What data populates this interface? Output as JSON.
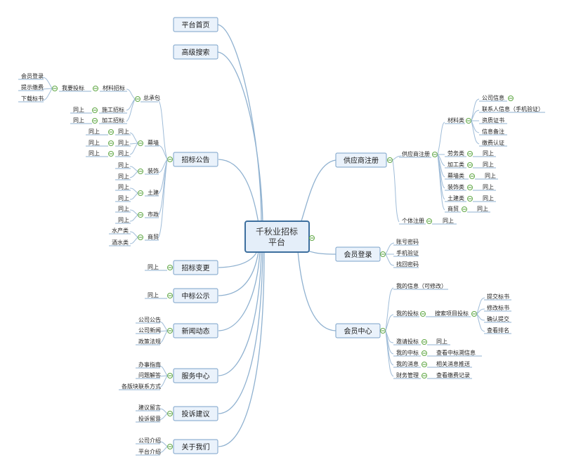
{
  "center": "千秋业招标平台",
  "top": {
    "home": "平台首页",
    "search": "高级搜索"
  },
  "bidding": {
    "title": "招标公告",
    "contractor": {
      "label": "总承包",
      "materials": {
        "label": "材料招标",
        "bid": "我要投标",
        "items": [
          "会员登录",
          "提示缴费",
          "下载标书"
        ]
      },
      "construction": {
        "label": "施工招标",
        "same": "同上"
      },
      "processing": {
        "label": "加工招标",
        "same": "同上"
      }
    },
    "curtain": {
      "label": "幕墙",
      "rows": [
        [
          "同上",
          "同上"
        ],
        [
          "同上",
          "同上"
        ],
        [
          "同上",
          "同上"
        ]
      ]
    },
    "decoration": {
      "label": "装饰",
      "items": [
        "同上",
        "同上"
      ]
    },
    "civil": {
      "label": "土建",
      "items": [
        "同上",
        "同上"
      ]
    },
    "municipal": {
      "label": "市政",
      "items": [
        "同上",
        "同上"
      ]
    },
    "trade": {
      "label": "商贸",
      "items": [
        "水产类",
        "酒水类"
      ]
    }
  },
  "change": {
    "title": "招标变更",
    "same": "同上"
  },
  "award": {
    "title": "中标公示",
    "same": "同上"
  },
  "news": {
    "title": "新闻动态",
    "items": [
      "公司公告",
      "公司新闻",
      "政策法规"
    ]
  },
  "service": {
    "title": "服务中心",
    "items": [
      "办事指南",
      "问题解答",
      "各版块联系方式"
    ]
  },
  "complaint": {
    "title": "投诉建议",
    "items": [
      "建议留言",
      "投诉留意"
    ]
  },
  "about": {
    "title": "关于我们",
    "items": [
      "公司介绍",
      "平台介绍"
    ]
  },
  "supplier": {
    "title": "供应商注册",
    "reg": "供应商注册",
    "materials": {
      "label": "材料类",
      "items": [
        "公司信息",
        "联系人信息（手机验证）",
        "资质证书",
        "信息备注",
        "缴费认证"
      ]
    },
    "categories": [
      {
        "label": "劳务类",
        "same": "同上"
      },
      {
        "label": "加工类",
        "same": "同上"
      },
      {
        "label": "幕墙类",
        "same": "同上"
      },
      {
        "label": "装饰类",
        "same": "同上"
      },
      {
        "label": "土建类",
        "same": "同上"
      },
      {
        "label": "商贸",
        "same": "同上"
      }
    ],
    "personal": {
      "label": "个体注册",
      "same": "同上"
    }
  },
  "login": {
    "title": "会员登录",
    "items": [
      "账号密码",
      "手机验证",
      "找回密码"
    ]
  },
  "member": {
    "title": "会员中心",
    "info": "我的信息（可修改）",
    "mybids": {
      "label": "我的投标",
      "search": "搜索项目投标",
      "items": [
        "提交标书",
        "修改标书",
        "确认提交",
        "查看排名"
      ]
    },
    "invite": {
      "label": "邀请投标",
      "same": "同上"
    },
    "won": {
      "label": "我的中标",
      "value": "查看中标溯信息"
    },
    "msgs": {
      "label": "我的消息",
      "value": "相关消息推送"
    },
    "finance": {
      "label": "财务管理",
      "value": "查看缴费记录"
    }
  },
  "colors": {
    "box_fill": "#eaf2fb",
    "box_border": "#7aa1c8",
    "center_border": "#3d6f9e",
    "connector": "#8fb1d0",
    "collapse_icon": "#62a847"
  }
}
